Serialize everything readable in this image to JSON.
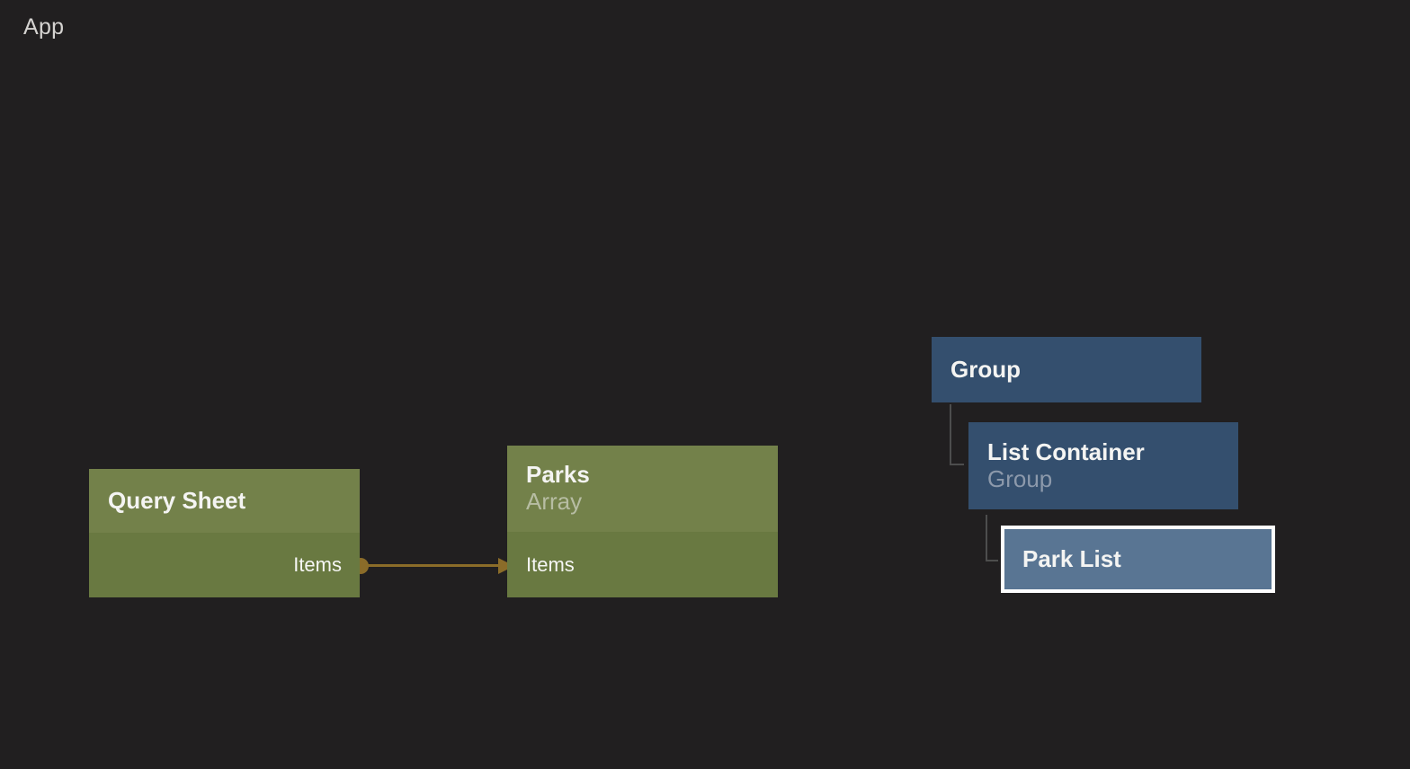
{
  "app": {
    "breadcrumb": "App"
  },
  "colors": {
    "canvas_background": "#211f20",
    "data_node_header": "#73814a",
    "data_node_body": "#697941",
    "data_node_subtitle": "#b7bda3",
    "ui_node": "#344f6e",
    "ui_node_subtitle": "#8c99ab",
    "ui_node_selected_fill": "#597593",
    "selection_border": "#fdfdfd",
    "connection": "#8b6c29",
    "tree_line": "#4d4d4d",
    "title_text": "#f4f4f2"
  },
  "nodes": {
    "query_sheet": {
      "title": "Query Sheet",
      "output_port": "Items"
    },
    "parks": {
      "title": "Parks",
      "subtitle": "Array",
      "input_port": "Items"
    },
    "group": {
      "title": "Group"
    },
    "list_container": {
      "title": "List Container",
      "subtitle": "Group"
    },
    "park_list": {
      "title": "Park List"
    }
  }
}
